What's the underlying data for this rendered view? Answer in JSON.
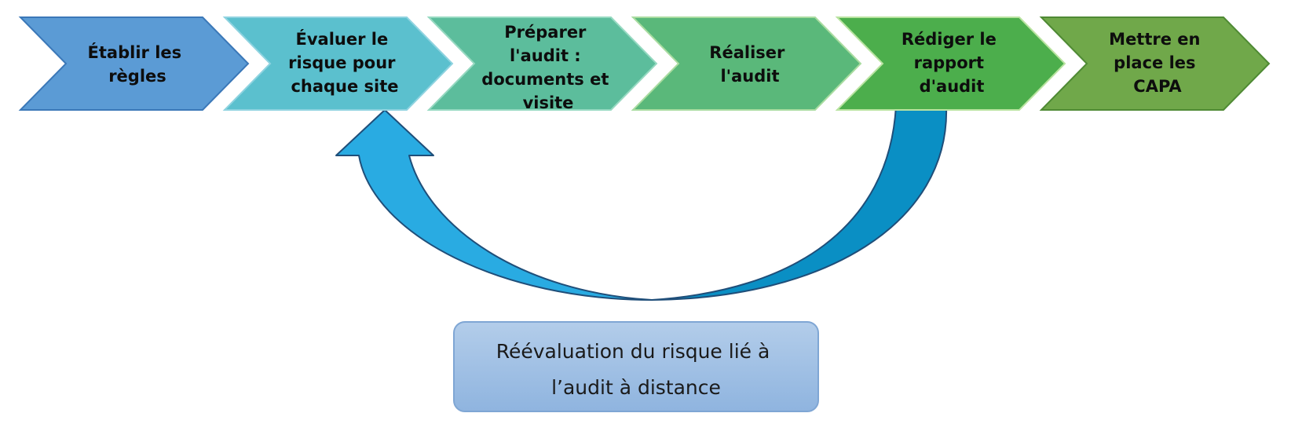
{
  "steps": [
    {
      "lines": [
        "Établir les",
        "règles"
      ],
      "color": "#5b9bd5"
    },
    {
      "lines": [
        "Évaluer le",
        "risque pour",
        "chaque site"
      ],
      "color": "#5bc0ce"
    },
    {
      "lines": [
        "Préparer",
        "l'audit :",
        "documents et",
        "visite"
      ],
      "color": "#5cbd9c"
    },
    {
      "lines": [
        "Réaliser",
        "l'audit"
      ],
      "color": "#5ab87a"
    },
    {
      "lines": [
        "Rédiger le",
        "rapport",
        "d'audit"
      ],
      "color": "#4cae4c"
    },
    {
      "lines": [
        "Mettre en",
        "place les",
        "CAPA"
      ],
      "color": "#70a84a"
    }
  ],
  "note": {
    "lines": [
      "Réévaluation du risque lié à",
      "l’audit à distance"
    ]
  },
  "colors": {
    "arrow_light": "#29abe2",
    "arrow_dark": "#0a8fc4",
    "note_fill_top": "#b3cdea",
    "note_fill_bottom": "#8fb4df"
  }
}
